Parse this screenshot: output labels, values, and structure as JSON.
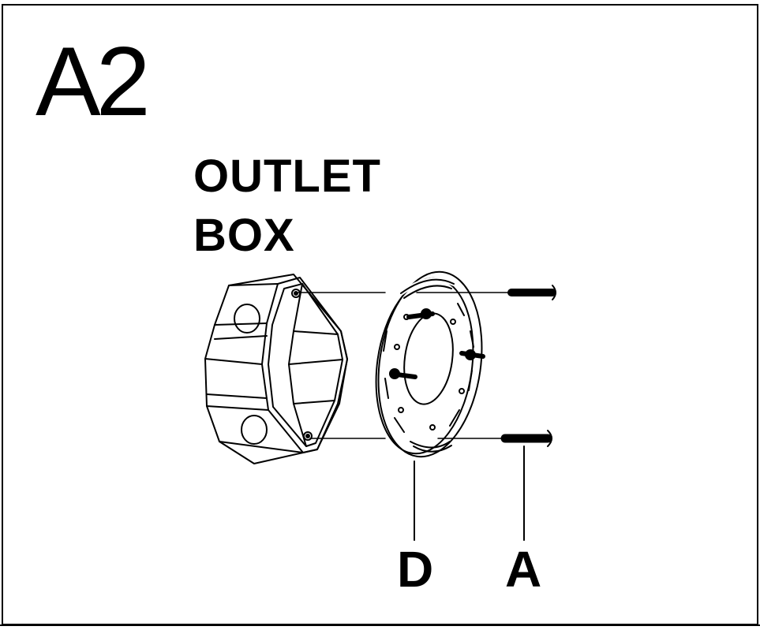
{
  "step": {
    "label": "A2"
  },
  "title": {
    "line1": "OUTLET",
    "line2": "BOX"
  },
  "callouts": {
    "bracket": "D",
    "screw": "A"
  },
  "colors": {
    "ink": "#000000",
    "paper": "#ffffff"
  }
}
